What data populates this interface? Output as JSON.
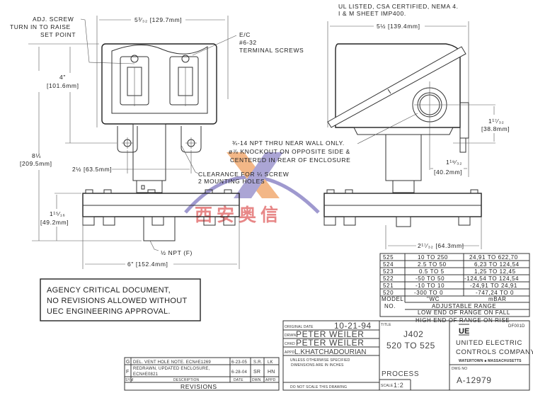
{
  "views": {
    "front": {
      "width_dim": "5³⁄₃₂ [129.7mm]",
      "adj_screw_note": [
        "ADJ. SCREW",
        "TURN IN TO RAISE",
        "SET POINT"
      ],
      "terminal_note": [
        "E/C",
        "#6-32",
        "TERMINAL SCREWS"
      ],
      "height_4_dim": [
        "4\"",
        "[101.6mm]"
      ],
      "height_total_dim": [
        "8¼",
        "[209.5mm]"
      ],
      "mount_spacing_dim": "2½ [63.5mm]",
      "flange_height_dim": [
        "1¹⁵⁄₁₆",
        "[49.2mm]"
      ],
      "flange_width_dim": "6\" [152.4mm]",
      "port_note": "½ NPT (F)",
      "clearance_note": [
        "CLEARANCE FOR ¼ SCREW",
        "2 MOUNTING HOLES"
      ]
    },
    "side": {
      "listing_note": [
        "UL LISTED, CSA CERTIFIED, NEMA 4.",
        "I & M SHEET IMP400."
      ],
      "width_dim": "5½ [139.4mm]",
      "conduit_note": [
        "¾-14 NPT THRU NEAR WALL ONLY.",
        "ø⅞ KNOCKOUT ON OPPOSITE SIDE &",
        "CENTERED IN REAR OF ENCLOSURE"
      ],
      "conduit_height_dim": [
        "1¹⁷⁄₃₂",
        "[38.8mm]"
      ],
      "conduit_offset_dim": [
        "1¹⁹⁄₃₂",
        "[40.2mm]"
      ],
      "depth_dim": "2¹⁷⁄₃₂ [64.3mm]"
    }
  },
  "range_table": {
    "rows": [
      {
        "model": "525",
        "wc": "10 TO 250",
        "mbar": "24,91 TO 622,70"
      },
      {
        "model": "524",
        "wc": "2.5 TO 50",
        "mbar": "6,23 TO 124,54"
      },
      {
        "model": "523",
        "wc": "0.5 TO 5",
        "mbar": "1,25 TO 12,45"
      },
      {
        "model": "522",
        "wc": "-50 TO 50",
        "mbar": "-124,54 TO 124,54"
      },
      {
        "model": "521",
        "wc": "-10 TO 10",
        "mbar": "-24,91 TO 24,91"
      },
      {
        "model": "520",
        "wc": "-300 TO 0",
        "mbar": "-747,24 TO 0"
      }
    ],
    "model_label": [
      "MODEL",
      "NO."
    ],
    "unit_wc": "\"WC",
    "unit_mbar": "mBAR",
    "range_label": "ADJUSTABLE RANGE",
    "notes": [
      "LOW END OF RANGE ON FALL",
      "HIGH END OF RANGE ON RISE"
    ]
  },
  "agency_note": [
    "AGENCY CRITICAL DOCUMENT,",
    "NO REVISIONS ALLOWED WITHOUT",
    "UEC ENGINEERING APPROVAL."
  ],
  "revisions": {
    "rows": [
      {
        "sym": "G",
        "description": [
          "DEL. VENT HOLE NOTE. ECN#E1269"
        ],
        "date": "6-23-05",
        "dwn": "S.R.",
        "appd": "LK"
      },
      {
        "sym": "F",
        "description": [
          "REDRAWN, UPDATED ENCLOSURE,",
          "ECN#E0821"
        ],
        "date": "6-28-04",
        "dwn": "SR",
        "appd": "HN"
      }
    ],
    "headers": {
      "sym": "SYM",
      "description": "DESCRIPTION",
      "date": "DATE",
      "dwn": "DWN",
      "appd": "APPD"
    },
    "title": "REVISIONS"
  },
  "title_block": {
    "original_date_label": "ORIGINAL DATE",
    "original_date": "10-21-94",
    "drwn_label": "DRWN",
    "drwn": "PETER WEILER",
    "chkd_label": "CHKD",
    "chkd": "PETER WEILER",
    "appd_label": "APPD",
    "appd": "L.KHATCHADOURIAN",
    "dimensions_note": [
      "UNLESS OTHERWISE SPECIFIED",
      "DIMENSIONS ARE IN INCHES"
    ],
    "no_scale_note": "DO NOT SCALE THIS DRAWING",
    "title_label": "TITLE",
    "title": [
      "J402",
      "520 TO 525"
    ],
    "process": "PROCESS",
    "scale_label": "SCALE",
    "scale": "1:2",
    "doc_code": "DF001D",
    "company": [
      "UNITED ELECTRIC",
      "CONTROLS COMPANY"
    ],
    "location": "WATERTOWN ■ MASSACHUSETTS",
    "dwg_no_label": "DWG NO",
    "dwg_no": "A-12979",
    "logo_text": "UE"
  },
  "watermark": {
    "text": "西安奥信"
  }
}
